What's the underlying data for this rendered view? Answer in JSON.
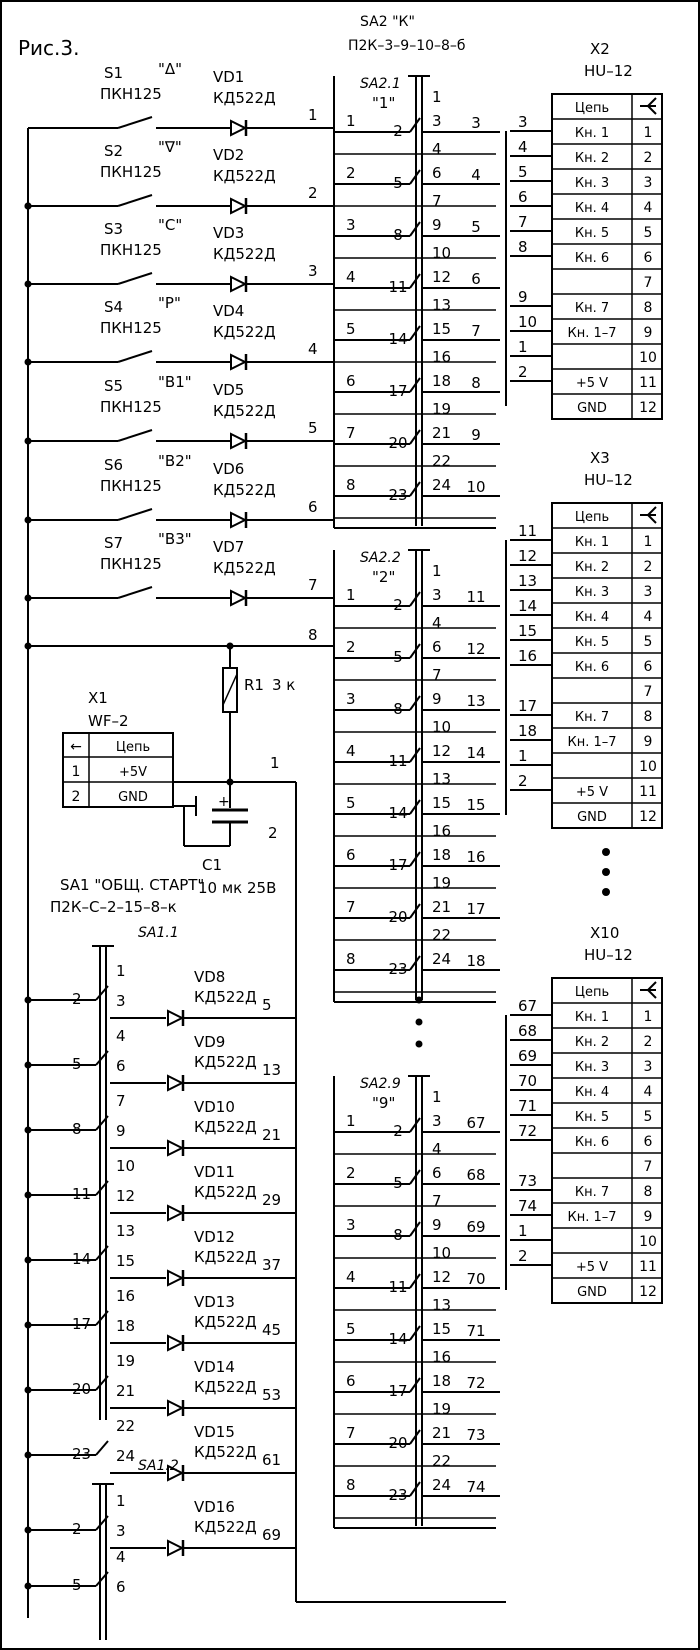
{
  "figure_title": "Рис.3.",
  "main_switch": {
    "ref": "SA2 \"К\"",
    "type": "П2К–3–9–10–8–б"
  },
  "sections": [
    {
      "ref": "SA2.1",
      "label": "\"1\""
    },
    {
      "ref": "SA2.2",
      "label": "\"2\""
    },
    {
      "ref": "SA2.9",
      "label": "\"9\""
    }
  ],
  "buttons": [
    {
      "ref": "S1",
      "type": "ПКН125",
      "name": "\"Δ\"",
      "diode": "VD1",
      "diode_type": "КД522Д",
      "wire": "1"
    },
    {
      "ref": "S2",
      "type": "ПКН125",
      "name": "\"∇\"",
      "diode": "VD2",
      "diode_type": "КД522Д",
      "wire": "2"
    },
    {
      "ref": "S3",
      "type": "ПКН125",
      "name": "\"С\"",
      "diode": "VD3",
      "diode_type": "КД522Д",
      "wire": "3"
    },
    {
      "ref": "S4",
      "type": "ПКН125",
      "name": "\"Р\"",
      "diode": "VD4",
      "diode_type": "КД522Д",
      "wire": "4"
    },
    {
      "ref": "S5",
      "type": "ПКН125",
      "name": "\"В1\"",
      "diode": "VD5",
      "diode_type": "КД522Д",
      "wire": "5"
    },
    {
      "ref": "S6",
      "type": "ПКН125",
      "name": "\"В2\"",
      "diode": "VD6",
      "diode_type": "КД522Д",
      "wire": "6"
    },
    {
      "ref": "S7",
      "type": "ПКН125",
      "name": "\"В3\"",
      "diode": "VD7",
      "diode_type": "КД522Д",
      "wire": "7"
    }
  ],
  "wire8": "8",
  "resistor": {
    "ref": "R1",
    "value": "3 к"
  },
  "capacitor": {
    "ref": "C1",
    "value": "10 мк 25В"
  },
  "power_nets": {
    "v5": "1",
    "gnd": "2"
  },
  "x1": {
    "ref": "X1",
    "type": "WF–2",
    "header": "Цепь",
    "arrow": "←",
    "rows": [
      {
        "pin": "1",
        "net": "+5V"
      },
      {
        "pin": "2",
        "net": "GND"
      }
    ]
  },
  "connectors": [
    {
      "ref": "X2",
      "type": "HU–12",
      "header": "Цепь",
      "wires": [
        "3",
        "4",
        "5",
        "6",
        "7",
        "8",
        "",
        "9",
        "10",
        "1",
        "2",
        ""
      ]
    },
    {
      "ref": "X3",
      "type": "HU–12",
      "header": "Цепь",
      "wires": [
        "11",
        "12",
        "13",
        "14",
        "15",
        "16",
        "",
        "17",
        "18",
        "1",
        "2",
        ""
      ]
    },
    {
      "ref": "X10",
      "type": "HU–12",
      "header": "Цепь",
      "wires": [
        "67",
        "68",
        "69",
        "70",
        "71",
        "72",
        "",
        "73",
        "74",
        "1",
        "2",
        ""
      ]
    }
  ],
  "connector_rows": [
    {
      "net": "Кн. 1",
      "pin": "1"
    },
    {
      "net": "Кн. 2",
      "pin": "2"
    },
    {
      "net": "Кн. 3",
      "pin": "3"
    },
    {
      "net": "Кн. 4",
      "pin": "4"
    },
    {
      "net": "Кн. 5",
      "pin": "5"
    },
    {
      "net": "Кн. 6",
      "pin": "6"
    },
    {
      "net": "",
      "pin": "7"
    },
    {
      "net": "Кн. 7",
      "pin": "8"
    },
    {
      "net": "Кн. 1–7",
      "pin": "9"
    },
    {
      "net": "",
      "pin": "10"
    },
    {
      "net": "+5 V",
      "pin": "11"
    },
    {
      "net": "GND",
      "pin": "12"
    }
  ],
  "switch_pins": [
    [
      "1",
      "2",
      "3"
    ],
    [
      "4",
      "5",
      "6"
    ],
    [
      "7",
      "8",
      "9"
    ],
    [
      "10",
      "11",
      "12"
    ],
    [
      "13",
      "14",
      "15"
    ],
    [
      "16",
      "17",
      "18"
    ],
    [
      "19",
      "20",
      "21"
    ],
    [
      "22",
      "23",
      "24"
    ]
  ],
  "section_inputs": [
    [
      "1",
      "2",
      "3",
      "4",
      "5",
      "6",
      "7",
      "8"
    ],
    [
      "1",
      "2",
      "3",
      "4",
      "5",
      "6",
      "7",
      "8"
    ],
    [
      "1",
      "2",
      "3",
      "4",
      "5",
      "6",
      "7",
      "8"
    ]
  ],
  "section_outputs": [
    [
      "3",
      "4",
      "5",
      "6",
      "7",
      "8",
      "9",
      "10"
    ],
    [
      "11",
      "12",
      "13",
      "14",
      "15",
      "16",
      "17",
      "18"
    ],
    [
      "67",
      "68",
      "69",
      "70",
      "71",
      "72",
      "73",
      "74"
    ]
  ],
  "sa1": {
    "ref": "SA1 \"ОБЩ. СТАРТ\"",
    "type": "П2К–С–2–15–8–к",
    "sec1": "SA1.1",
    "sec2": "SA1.2"
  },
  "sa1_rows": [
    {
      "pins": [
        "1",
        "2",
        "3"
      ],
      "diode": "VD8",
      "diode_type": "КД522Д",
      "wire": "5"
    },
    {
      "pins": [
        "4",
        "5",
        "6"
      ],
      "diode": "VD9",
      "diode_type": "КД522Д",
      "wire": "13"
    },
    {
      "pins": [
        "7",
        "8",
        "9"
      ],
      "diode": "VD10",
      "diode_type": "КД522Д",
      "wire": "21"
    },
    {
      "pins": [
        "10",
        "11",
        "12"
      ],
      "diode": "VD11",
      "diode_type": "КД522Д",
      "wire": "29"
    },
    {
      "pins": [
        "13",
        "14",
        "15"
      ],
      "diode": "VD12",
      "diode_type": "КД522Д",
      "wire": "37"
    },
    {
      "pins": [
        "16",
        "17",
        "18"
      ],
      "diode": "VD13",
      "diode_type": "КД522Д",
      "wire": "45"
    },
    {
      "pins": [
        "19",
        "20",
        "21"
      ],
      "diode": "VD14",
      "diode_type": "КД522Д",
      "wire": "53"
    },
    {
      "pins": [
        "22",
        "23",
        "24"
      ],
      "diode": "VD15",
      "diode_type": "КД522Д",
      "wire": "61"
    }
  ],
  "sa12_rows": [
    {
      "pins": [
        "1",
        "2",
        "3"
      ],
      "diode": "VD16",
      "diode_type": "КД522Д",
      "wire": "69"
    },
    {
      "pins": [
        "4",
        "5",
        "6"
      ]
    }
  ]
}
